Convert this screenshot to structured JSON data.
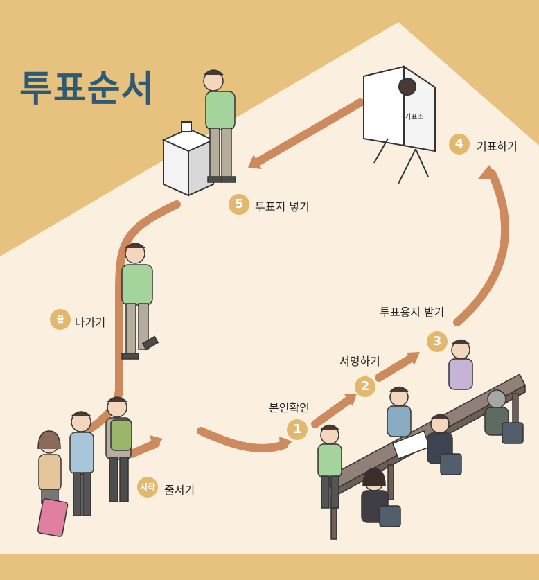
{
  "title": "투표순서",
  "booth_sign": "기표소",
  "steps": [
    {
      "badge": "시작",
      "label": "줄서기"
    },
    {
      "badge": "1",
      "label": "본인확인"
    },
    {
      "badge": "2",
      "label": "서명하기"
    },
    {
      "badge": "3",
      "label": "투표용지 받기"
    },
    {
      "badge": "4",
      "label": "기표하기"
    },
    {
      "badge": "5",
      "label": "투표지 넣기"
    },
    {
      "badge": "끝",
      "label": "나가기"
    }
  ],
  "colors": {
    "background": "#e7c27e",
    "floor": "#fbf0df",
    "path_arrow": "#cd8a5e",
    "badge": "#e2b76e",
    "title": "#2f5a73"
  }
}
